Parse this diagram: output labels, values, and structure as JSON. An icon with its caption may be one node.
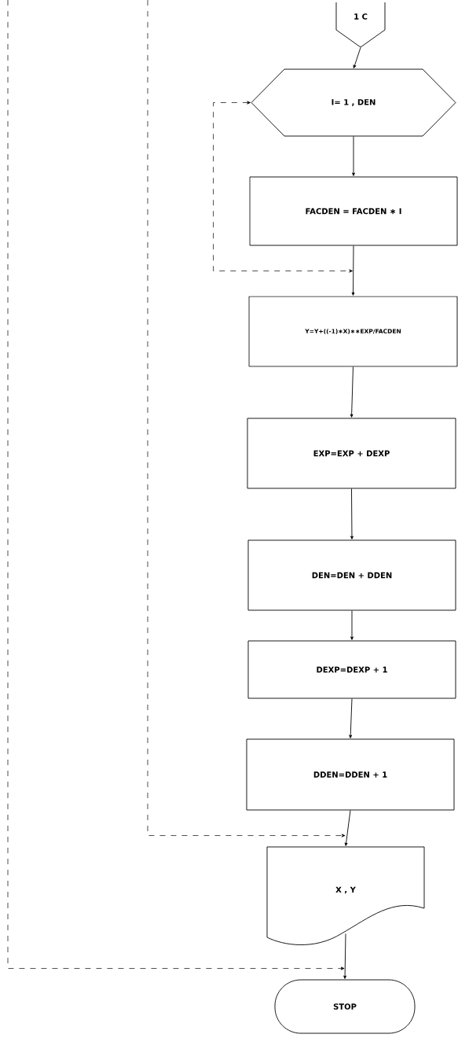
{
  "diagram": {
    "nodes": [
      {
        "text": [
          "1 C"
        ]
      },
      {
        "text": [
          "I= 1 , DEN"
        ]
      },
      {
        "text": [
          "FACDEN = FACDEN ∗ I"
        ]
      },
      {
        "text": [
          "Y=Y+((-1)∗X)∗∗EXP/FACDEN"
        ]
      },
      {
        "text": [
          "EXP=EXP + DEXP"
        ]
      },
      {
        "text": [
          "DEN=DEN + DDEN"
        ]
      },
      {
        "text": [
          "DEXP=DEXP + 1"
        ]
      },
      {
        "text": [
          "DDEN=DDEN + 1"
        ]
      },
      {
        "text": [
          "X , Y"
        ]
      },
      {
        "text": [
          "STOP"
        ]
      }
    ],
    "edges": [
      {
        "from": 0,
        "to": 1,
        "arrow": "to"
      },
      {
        "from": 1,
        "to": 2,
        "arrow": "to"
      },
      {
        "from": 2,
        "to": 3,
        "arrow": "to"
      },
      {
        "from": 3,
        "to": 4,
        "arrow": "to"
      },
      {
        "from": 4,
        "to": 5,
        "arrow": "to"
      },
      {
        "from": 5,
        "to": 6,
        "arrow": "to"
      },
      {
        "from": 6,
        "to": 7,
        "arrow": "to"
      },
      {
        "from": 7,
        "to": 8,
        "arrow": "to"
      },
      {
        "from": 8,
        "to": 9,
        "arrow": "to"
      },
      {
        "from": 1,
        "to": 3,
        "arrow": "both",
        "style": "dashed"
      },
      {
        "from": null,
        "to": 8,
        "arrow": "to",
        "style": "dashed"
      },
      {
        "from": null,
        "to": 9,
        "arrow": "to",
        "style": "dashed"
      }
    ]
  }
}
